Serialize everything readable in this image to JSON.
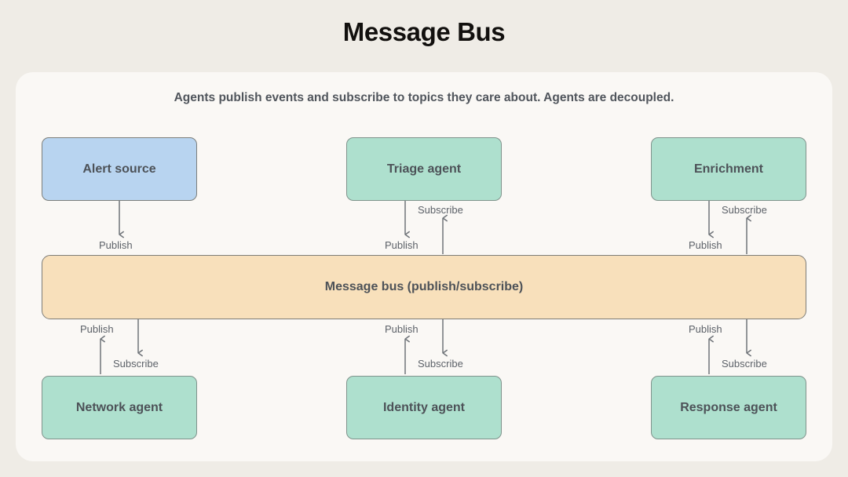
{
  "header": {
    "title": "Message Bus"
  },
  "card": {
    "subtitle": "Agents publish events and subscribe to topics they care about. Agents are decoupled."
  },
  "colors": {
    "page_background": "#efece6",
    "card_background": "#faf8f5",
    "source_fill": "#b8d4f0",
    "agent_fill": "#aee0ce",
    "bus_fill": "#f8e0bb",
    "border": "#7d7f7b",
    "text": "#4d5258",
    "wire": "#6f7479"
  },
  "diagram": {
    "type": "publish-subscribe-bus",
    "bus": {
      "label": "Message bus (publish/subscribe)"
    },
    "top_nodes": [
      {
        "label": "Alert source",
        "kind": "source",
        "edges": [
          "publish"
        ]
      },
      {
        "label": "Triage agent",
        "kind": "agent",
        "edges": [
          "publish",
          "subscribe"
        ]
      },
      {
        "label": "Enrichment",
        "kind": "agent",
        "edges": [
          "publish",
          "subscribe"
        ]
      }
    ],
    "bottom_nodes": [
      {
        "label": "Network agent",
        "kind": "agent",
        "edges": [
          "publish",
          "subscribe"
        ]
      },
      {
        "label": "Identity agent",
        "kind": "agent",
        "edges": [
          "publish",
          "subscribe"
        ]
      },
      {
        "label": "Response agent",
        "kind": "agent",
        "edges": [
          "publish",
          "subscribe"
        ]
      }
    ],
    "edge_labels": {
      "publish": "Publish",
      "subscribe": "Subscribe"
    }
  }
}
